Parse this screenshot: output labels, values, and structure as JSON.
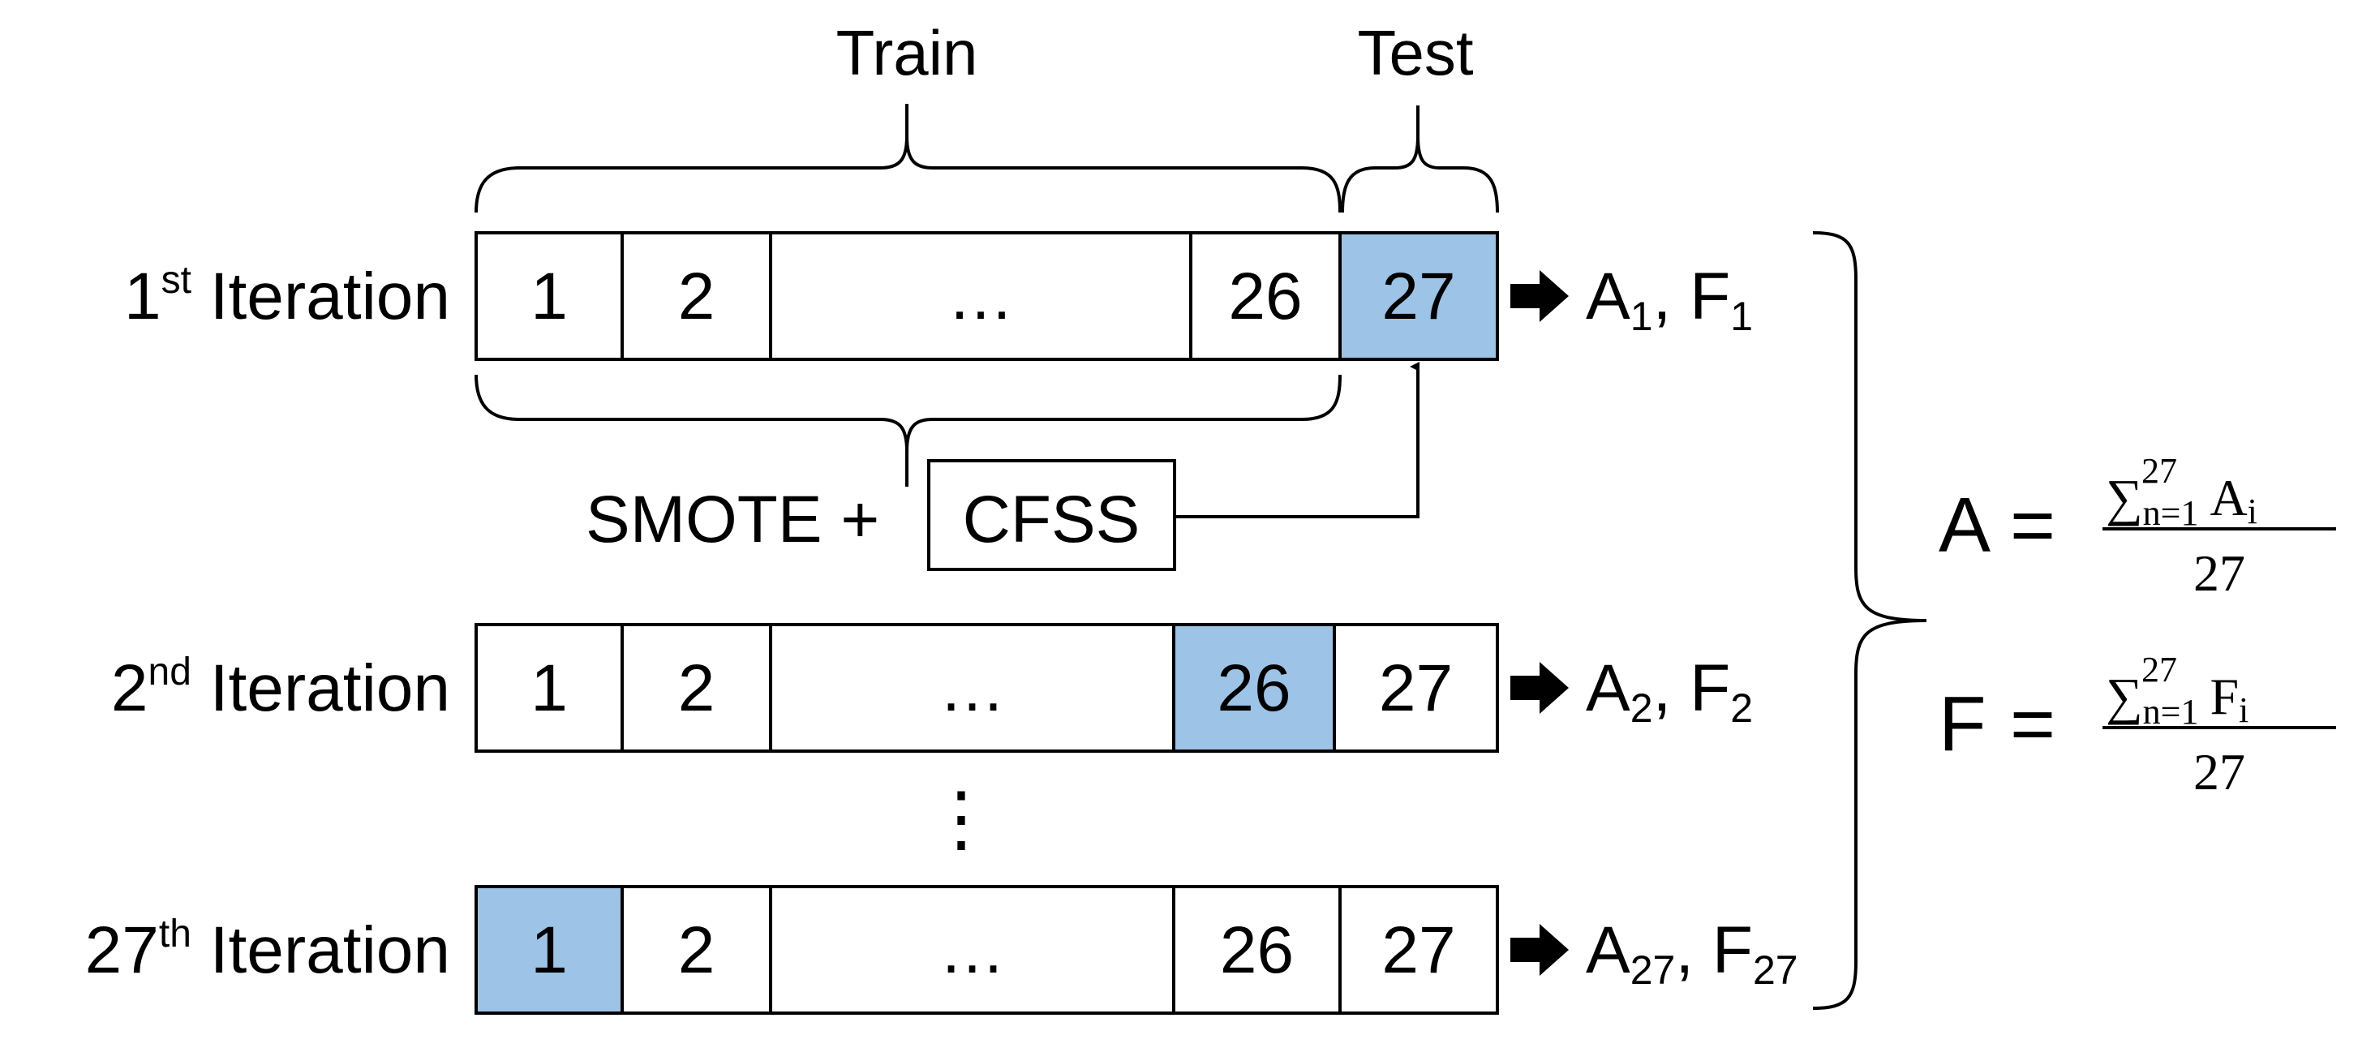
{
  "labels": {
    "train": "Train",
    "test": "Test",
    "vertical_ellipsis": "⋮"
  },
  "process": {
    "smote": "SMOTE +",
    "cfss": "CFSS"
  },
  "colors": {
    "highlight": "#9DC3E6",
    "stroke": "#000000"
  },
  "iterations": [
    {
      "ordinal": "1",
      "suffix": "st",
      "word": "Iteration",
      "cells": [
        "1",
        "2",
        "…",
        "26",
        "27"
      ],
      "highlight_index": 4,
      "result": {
        "a": "A",
        "a_sub": "1",
        "sep": ", ",
        "f": "F",
        "f_sub": "1"
      }
    },
    {
      "ordinal": "2",
      "suffix": "nd",
      "word": "Iteration",
      "cells": [
        "1",
        "2",
        "…",
        "26",
        "27"
      ],
      "highlight_index": 3,
      "result": {
        "a": "A",
        "a_sub": "2",
        "sep": ", ",
        "f": "F",
        "f_sub": "2"
      }
    },
    {
      "ordinal": "27",
      "suffix": "th",
      "word": "Iteration",
      "cells": [
        "1",
        "2",
        "…",
        "26",
        "27"
      ],
      "highlight_index": 0,
      "result": {
        "a": "A",
        "a_sub": "27",
        "sep": ", ",
        "f": "F",
        "f_sub": "27"
      }
    }
  ],
  "formulas": [
    {
      "lhs": "A",
      "eq": "=",
      "sum": "∑",
      "sup": "27",
      "sub": "n=1",
      "term": "A",
      "term_sub": "i",
      "den": "27"
    },
    {
      "lhs": "F",
      "eq": "=",
      "sum": "∑",
      "sup": "27",
      "sub": "n=1",
      "term": "F",
      "term_sub": "i",
      "den": "27"
    }
  ]
}
